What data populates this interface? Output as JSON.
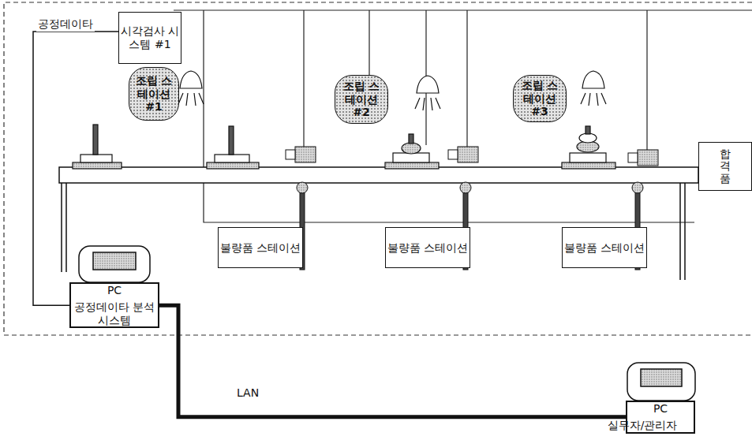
{
  "diagram": {
    "nodes": [
      {
        "text": [
          "시각검사 시스템 #1"
        ]
      },
      {
        "text": [
          "조립 스테이션 #1"
        ]
      },
      {
        "text": [
          "조립 스테이션 #2"
        ]
      },
      {
        "text": [
          "조립 스테이션 #3"
        ]
      },
      {
        "text": [
          "합격품"
        ]
      },
      {
        "text": [
          "불량품 스테이션"
        ]
      },
      {
        "text": [
          "불량품 스테이션"
        ]
      },
      {
        "text": [
          "불량품 스테이션"
        ]
      },
      {
        "text": [
          "PC",
          "공정데이타 분석시스템"
        ]
      },
      {
        "text": [
          "PC",
          "실무자/관리자"
        ]
      }
    ],
    "edges": [
      {
        "from": 0,
        "to": 8,
        "label": "공정데이타",
        "arrow": "none"
      },
      {
        "from": 8,
        "to": 9,
        "label": "LAN",
        "arrow": "none"
      }
    ]
  }
}
